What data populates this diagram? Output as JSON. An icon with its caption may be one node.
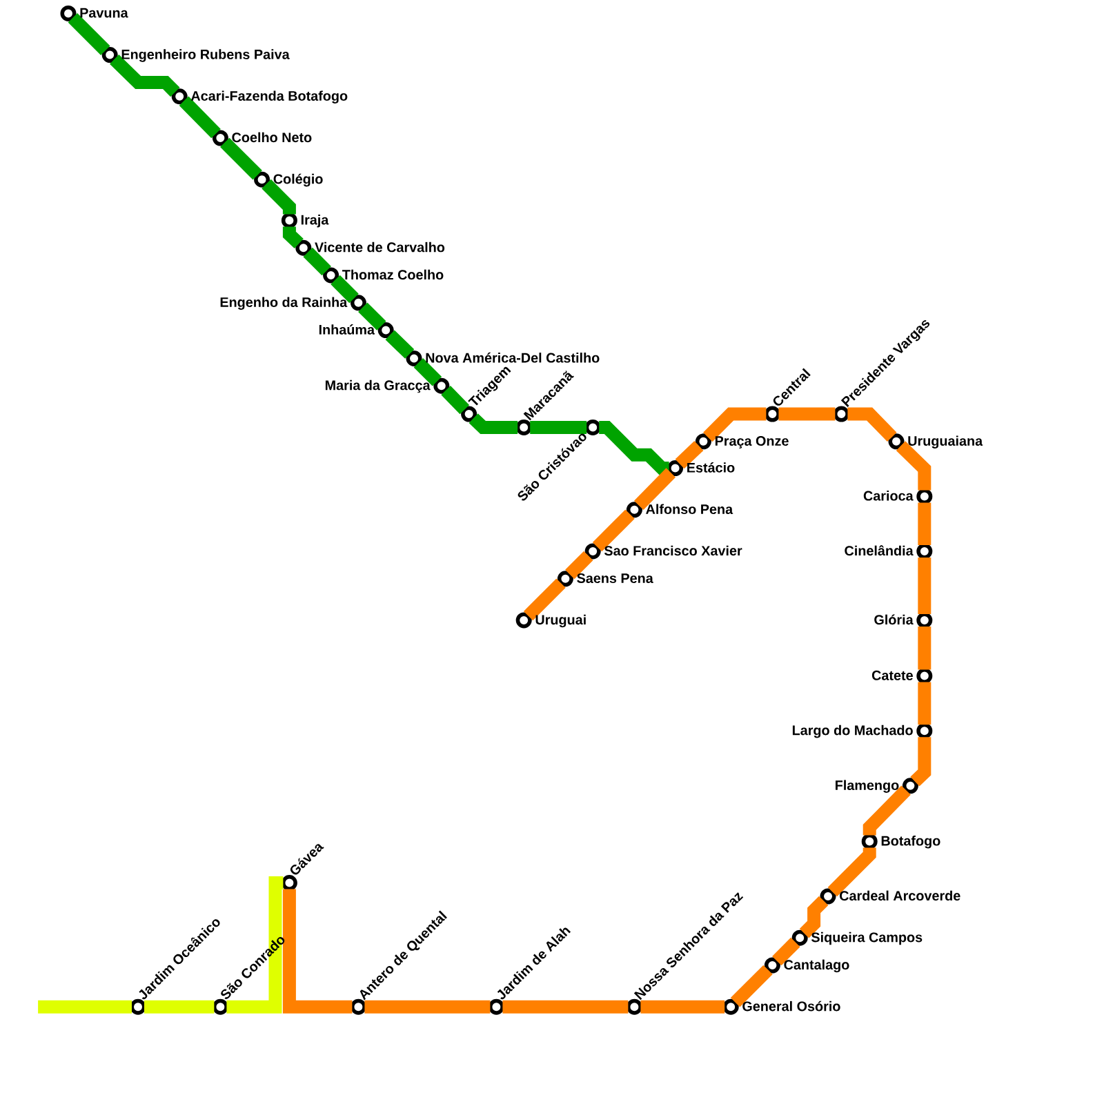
{
  "diagram": {
    "nodes": [
      {
        "text": [],
        "shape": "circle",
        "beside": [
          "Pavuna"
        ]
      },
      {
        "text": [],
        "shape": "circle",
        "beside": [
          "Engenheiro Rubens Paiva"
        ]
      },
      {
        "text": [],
        "shape": "circle",
        "beside": [
          "Acari-Fazenda Botafogo"
        ]
      },
      {
        "text": [],
        "shape": "circle",
        "beside": [
          "Coelho Neto"
        ]
      },
      {
        "text": [],
        "shape": "circle",
        "beside": [
          "Colégio"
        ]
      },
      {
        "text": [],
        "shape": "circle",
        "beside": [
          "Iraja"
        ]
      },
      {
        "text": [],
        "shape": "circle",
        "beside": [
          "Vicente de Carvalho"
        ]
      },
      {
        "text": [],
        "shape": "circle",
        "beside": [
          "Thomaz Coelho"
        ]
      },
      {
        "text": [],
        "shape": "circle",
        "beside": [
          "Engenho da Rainha"
        ]
      },
      {
        "text": [],
        "shape": "circle",
        "beside": [
          "Inhaúma"
        ]
      },
      {
        "text": [],
        "shape": "circle",
        "beside": [
          "Nova América-Del Castilho"
        ]
      },
      {
        "text": [],
        "shape": "circle",
        "beside": [
          "Maria da Gracça"
        ]
      },
      {
        "text": [],
        "shape": "circle",
        "beside": [
          "Triagem"
        ]
      },
      {
        "text": [],
        "shape": "circle",
        "beside": [
          "Maracanã"
        ]
      },
      {
        "text": [],
        "shape": "circle",
        "beside": [
          "São Cristóvao"
        ]
      },
      {
        "text": [],
        "shape": "circle",
        "beside": [
          "Estácio"
        ]
      },
      {
        "text": [],
        "shape": "circle",
        "beside": [
          "Uruguai"
        ]
      },
      {
        "text": [],
        "shape": "circle",
        "beside": [
          "Saens Pena"
        ]
      },
      {
        "text": [],
        "shape": "circle",
        "beside": [
          "Sao Francisco Xavier"
        ]
      },
      {
        "text": [],
        "shape": "circle",
        "beside": [
          "Alfonso Pena"
        ]
      },
      {
        "text": [],
        "shape": "circle",
        "beside": [
          "Praça Onze"
        ]
      },
      {
        "text": [],
        "shape": "circle",
        "beside": [
          "Central"
        ]
      },
      {
        "text": [],
        "shape": "circle",
        "beside": [
          "Presidente Vargas"
        ]
      },
      {
        "text": [],
        "shape": "circle",
        "beside": [
          "Uruguaiana"
        ]
      },
      {
        "text": [],
        "shape": "circle",
        "beside": [
          "Carioca"
        ]
      },
      {
        "text": [],
        "shape": "circle",
        "beside": [
          "Cinelândia"
        ]
      },
      {
        "text": [],
        "shape": "circle",
        "beside": [
          "Glória"
        ]
      },
      {
        "text": [],
        "shape": "circle",
        "beside": [
          "Catete"
        ]
      },
      {
        "text": [],
        "shape": "circle",
        "beside": [
          "Largo do Machado"
        ]
      },
      {
        "text": [],
        "shape": "circle",
        "beside": [
          "Flamengo"
        ]
      },
      {
        "text": [],
        "shape": "circle",
        "beside": [
          "Botafogo"
        ]
      },
      {
        "text": [],
        "shape": "circle",
        "beside": [
          "Cardeal Arcoverde"
        ]
      },
      {
        "text": [],
        "shape": "circle",
        "beside": [
          "Siqueira Campos"
        ]
      },
      {
        "text": [],
        "shape": "circle",
        "beside": [
          "Cantalago"
        ]
      },
      {
        "text": [],
        "shape": "circle",
        "beside": [
          "General Osório"
        ]
      },
      {
        "text": [],
        "shape": "circle",
        "beside": [
          "Nossa Senhora da Paz"
        ]
      },
      {
        "text": [],
        "shape": "circle",
        "beside": [
          "Jardim de Alah"
        ]
      },
      {
        "text": [],
        "shape": "circle",
        "beside": [
          "Antero de Quental"
        ]
      },
      {
        "text": [],
        "shape": "circle",
        "beside": [
          "Gávea"
        ]
      },
      {
        "text": [],
        "shape": "circle",
        "beside": [
          "Jardim Oceânico"
        ]
      },
      {
        "text": [],
        "shape": "circle",
        "beside": [
          "São Conrado"
        ]
      }
    ],
    "edges": [
      {
        "from": 0,
        "to": 1,
        "arrow": "none",
        "color": "#00a300"
      },
      {
        "from": 1,
        "to": 2,
        "arrow": "none",
        "color": "#00a300"
      },
      {
        "from": 2,
        "to": 3,
        "arrow": "none",
        "color": "#00a300"
      },
      {
        "from": 3,
        "to": 4,
        "arrow": "none",
        "color": "#00a300"
      },
      {
        "from": 4,
        "to": 5,
        "arrow": "none",
        "color": "#00a300"
      },
      {
        "from": 5,
        "to": 6,
        "arrow": "none",
        "color": "#00a300"
      },
      {
        "from": 6,
        "to": 7,
        "arrow": "none",
        "color": "#00a300"
      },
      {
        "from": 7,
        "to": 8,
        "arrow": "none",
        "color": "#00a300"
      },
      {
        "from": 8,
        "to": 9,
        "arrow": "none",
        "color": "#00a300"
      },
      {
        "from": 9,
        "to": 10,
        "arrow": "none",
        "color": "#00a300"
      },
      {
        "from": 10,
        "to": 11,
        "arrow": "none",
        "color": "#00a300"
      },
      {
        "from": 11,
        "to": 12,
        "arrow": "none",
        "color": "#00a300"
      },
      {
        "from": 12,
        "to": 13,
        "arrow": "none",
        "color": "#00a300"
      },
      {
        "from": 13,
        "to": 14,
        "arrow": "none",
        "color": "#00a300"
      },
      {
        "from": 14,
        "to": 15,
        "arrow": "none",
        "color": "#00a300"
      },
      {
        "from": 16,
        "to": 17,
        "arrow": "none",
        "color": "#ff8000"
      },
      {
        "from": 17,
        "to": 18,
        "arrow": "none",
        "color": "#ff8000"
      },
      {
        "from": 18,
        "to": 19,
        "arrow": "none",
        "color": "#ff8000"
      },
      {
        "from": 19,
        "to": 15,
        "arrow": "none",
        "color": "#ff8000"
      },
      {
        "from": 15,
        "to": 20,
        "arrow": "none",
        "color": "#ff8000"
      },
      {
        "from": 20,
        "to": 21,
        "arrow": "none",
        "color": "#ff8000"
      },
      {
        "from": 21,
        "to": 22,
        "arrow": "none",
        "color": "#ff8000"
      },
      {
        "from": 22,
        "to": 23,
        "arrow": "none",
        "color": "#ff8000"
      },
      {
        "from": 23,
        "to": 24,
        "arrow": "none",
        "color": "#ff8000"
      },
      {
        "from": 24,
        "to": 25,
        "arrow": "none",
        "color": "#ff8000"
      },
      {
        "from": 25,
        "to": 26,
        "arrow": "none",
        "color": "#ff8000"
      },
      {
        "from": 26,
        "to": 27,
        "arrow": "none",
        "color": "#ff8000"
      },
      {
        "from": 27,
        "to": 28,
        "arrow": "none",
        "color": "#ff8000"
      },
      {
        "from": 28,
        "to": 29,
        "arrow": "none",
        "color": "#ff8000"
      },
      {
        "from": 29,
        "to": 30,
        "arrow": "none",
        "color": "#ff8000"
      },
      {
        "from": 30,
        "to": 31,
        "arrow": "none",
        "color": "#ff8000"
      },
      {
        "from": 31,
        "to": 32,
        "arrow": "none",
        "color": "#ff8000"
      },
      {
        "from": 32,
        "to": 33,
        "arrow": "none",
        "color": "#ff8000"
      },
      {
        "from": 33,
        "to": 34,
        "arrow": "none",
        "color": "#ff8000"
      },
      {
        "from": 34,
        "to": 35,
        "arrow": "none",
        "color": "#ff8000"
      },
      {
        "from": 35,
        "to": 36,
        "arrow": "none",
        "color": "#ff8000"
      },
      {
        "from": 36,
        "to": 37,
        "arrow": "none",
        "color": "#ff8000"
      },
      {
        "from": 37,
        "to": 38,
        "arrow": "none",
        "color": "#ff8000"
      },
      {
        "from": null,
        "to": 39,
        "arrow": "none",
        "color": "#dfff00"
      },
      {
        "from": 39,
        "to": 40,
        "arrow": "none",
        "color": "#dfff00"
      },
      {
        "from": 40,
        "to": 38,
        "arrow": "none",
        "color": "#dfff00"
      }
    ]
  }
}
